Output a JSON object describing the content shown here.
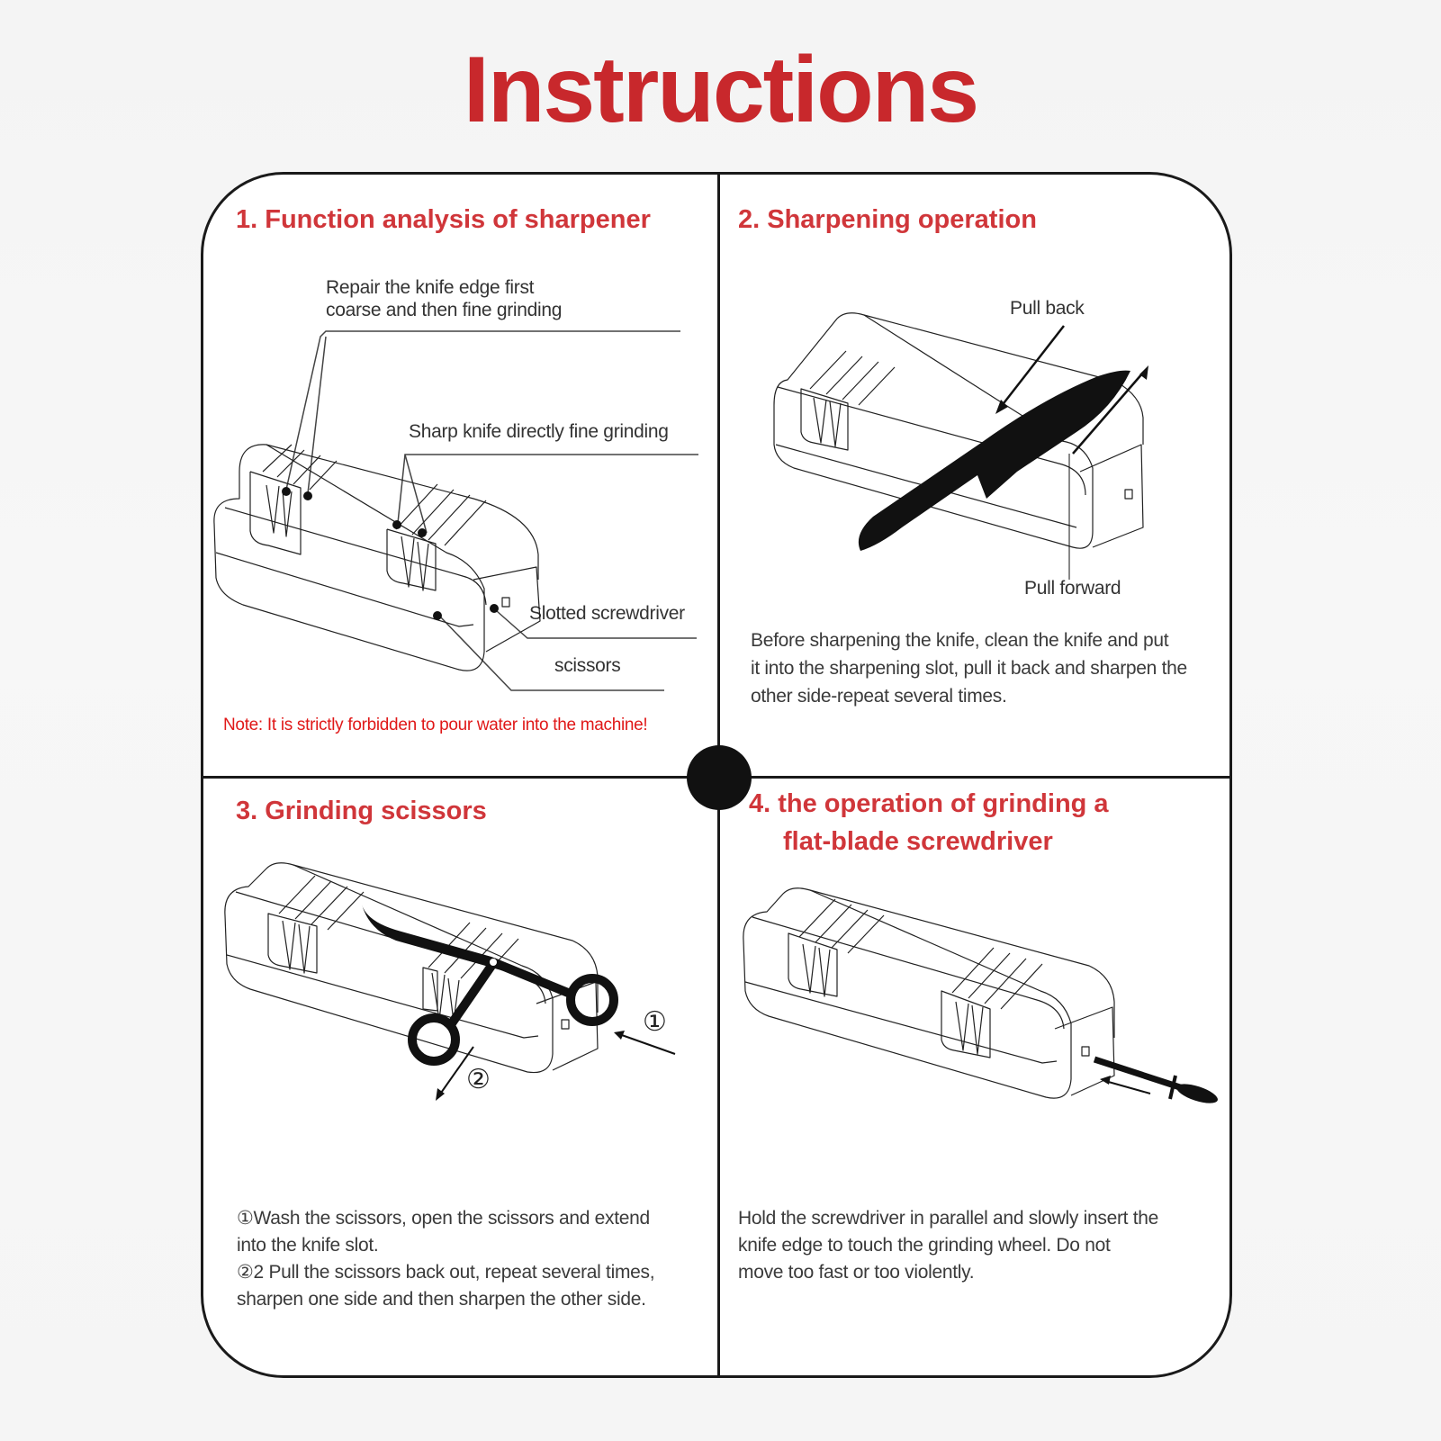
{
  "page": {
    "title": "Instructions",
    "colors": {
      "accent": "#c8282c",
      "heading": "#d0363a",
      "warning": "#e01818",
      "frame": "#1a1a1a"
    }
  },
  "sections": [
    {
      "heading": "1. Function analysis of sharpener",
      "callouts": {
        "repair_line1": "Repair the knife edge first",
        "repair_line2": "coarse and then fine grinding",
        "sharp": "Sharp knife directly fine grinding",
        "screwdriver": "Slotted screwdriver",
        "scissors": "scissors"
      },
      "note": "Note: It is strictly forbidden to pour water into the machine!"
    },
    {
      "heading": "2. Sharpening operation",
      "callouts": {
        "pull_back": "Pull back",
        "pull_forward": "Pull forward"
      },
      "text_lines": [
        "Before sharpening the knife, clean the knife and put",
        "it into the sharpening slot, pull it back and sharpen the",
        "other side-repeat several times."
      ]
    },
    {
      "heading": "3. Grinding scissors",
      "markers": {
        "step1": "①",
        "step2": "②"
      },
      "text_lines": [
        "①Wash the scissors, open the scissors and extend",
        "into the knife slot.",
        "②2 Pull the scissors back out, repeat several times,",
        "sharpen one side and then sharpen the other side."
      ]
    },
    {
      "heading_line1": "4. the operation of grinding a",
      "heading_line2": "flat-blade screwdriver",
      "text_lines": [
        "Hold the screwdriver in parallel and slowly insert the",
        "knife edge to touch the grinding wheel. Do not",
        "move too fast or too violently."
      ]
    }
  ]
}
